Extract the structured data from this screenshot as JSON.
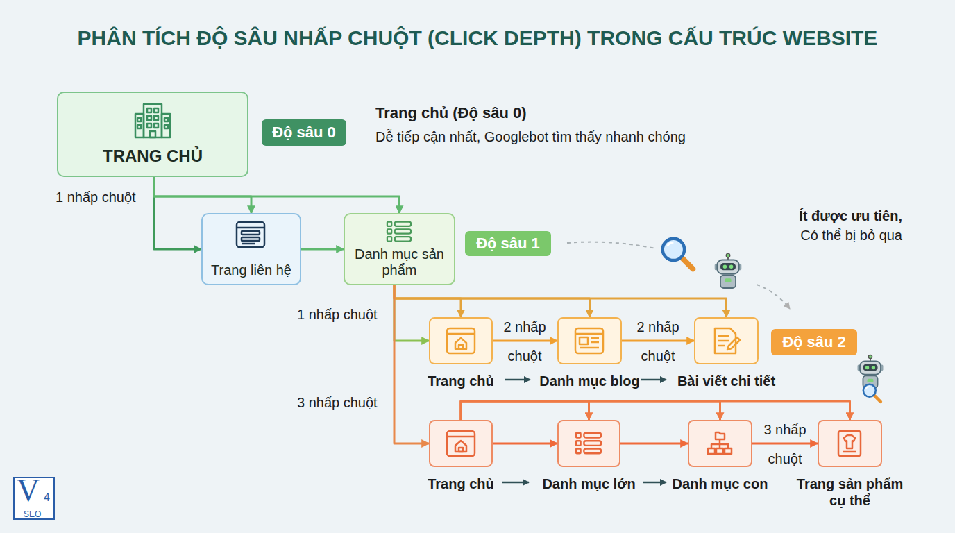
{
  "diagram": {
    "title": "PHÂN TÍCH ĐỘ SÂU NHẤP CHUỘT (CLICK DEPTH) TRONG CẤU TRÚC WEBSITE",
    "nodes": [
      {
        "text": [
          "TRANG CHỦ"
        ]
      },
      {
        "text": [
          "Độ sâu 0"
        ]
      },
      {
        "text": [
          "Trang liên hệ"
        ]
      },
      {
        "text": [
          "Danh mục sản phẩm"
        ]
      },
      {
        "text": [
          "Độ sâu 1"
        ]
      },
      {
        "text": [
          "Trang chủ"
        ]
      },
      {
        "text": [
          "Danh mục blog"
        ]
      },
      {
        "text": [
          "Bài viết chi tiết"
        ]
      },
      {
        "text": [
          "Độ sâu 2"
        ]
      },
      {
        "text": [
          "Trang chủ"
        ]
      },
      {
        "text": [
          "Danh mục lớn"
        ]
      },
      {
        "text": [
          "Danh mục con"
        ]
      },
      {
        "text": [
          "Trang sản phẩm cụ thể"
        ]
      }
    ],
    "edges": [
      {
        "from": 0,
        "to": 2,
        "label": "1 nhấp chuột",
        "arrow": "to"
      },
      {
        "from": 0,
        "to": 2,
        "arrow": "to"
      },
      {
        "from": 0,
        "to": 3,
        "arrow": "to"
      },
      {
        "from": 2,
        "to": 3,
        "arrow": "to"
      },
      {
        "from": 3,
        "to": 5,
        "label": "1 nhấp chuột",
        "arrow": "to"
      },
      {
        "from": 3,
        "to": 5,
        "arrow": "to"
      },
      {
        "from": 3,
        "to": 6,
        "arrow": "to"
      },
      {
        "from": 3,
        "to": 7,
        "arrow": "to"
      },
      {
        "from": 3,
        "to": 9,
        "label": "3 nhấp chuột",
        "arrow": "to"
      },
      {
        "from": 5,
        "to": 6,
        "label": "2 nhấp chuột",
        "arrow": "to"
      },
      {
        "from": 6,
        "to": 7,
        "label": "2 nhấp chuột",
        "arrow": "to"
      },
      {
        "from": 9,
        "to": 10,
        "arrow": "to"
      },
      {
        "from": 9,
        "to": 11,
        "arrow": "to"
      },
      {
        "from": 9,
        "to": 12,
        "arrow": "to"
      },
      {
        "from": 9,
        "to": 10,
        "arrow": "to"
      },
      {
        "from": 10,
        "to": 11,
        "arrow": "to"
      },
      {
        "from": 11,
        "to": 12,
        "label": "3 nhấp chuột",
        "arrow": "to"
      }
    ],
    "labels": [
      "Trang chủ (Độ sâu 0)",
      "Dễ tiếp cận nhất, Googlebot tìm thấy nhanh chóng",
      "Ít được ưu tiên,",
      "Có thể bị bỏ qua",
      "V",
      "4",
      "SEO"
    ]
  }
}
